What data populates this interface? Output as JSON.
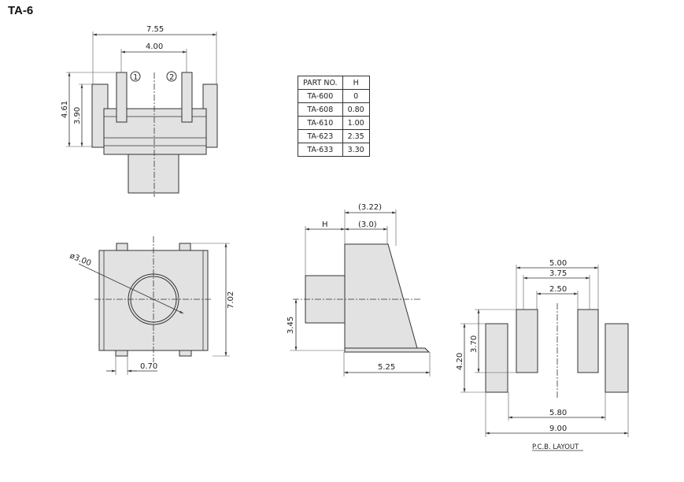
{
  "title": "TA-6",
  "top_view": {
    "width": "7.55",
    "pin_pitch": "4.00",
    "height_total": "4.61",
    "height_body": "3.90",
    "pin1": "1",
    "pin2": "2"
  },
  "table": {
    "headers": [
      "PART NO.",
      "H"
    ],
    "rows": [
      [
        "TA-600",
        "0"
      ],
      [
        "TA-608",
        "0.80"
      ],
      [
        "TA-610",
        "1.00"
      ],
      [
        "TA-623",
        "2.35"
      ],
      [
        "TA-633",
        "3.30"
      ]
    ]
  },
  "front_view": {
    "diameter": "ø3.00",
    "height": "7.02",
    "tab": "0.70"
  },
  "side_view": {
    "h": "H",
    "depth_outer": "(3.22)",
    "depth_inner": "(3.0)",
    "center_height": "3.45",
    "length": "5.25"
  },
  "pcb": {
    "d500": "5.00",
    "d375": "3.75",
    "d250": "2.50",
    "d370": "3.70",
    "d420": "4.20",
    "d580": "5.80",
    "d900": "9.00",
    "label": "P.C.B. LAYOUT"
  }
}
